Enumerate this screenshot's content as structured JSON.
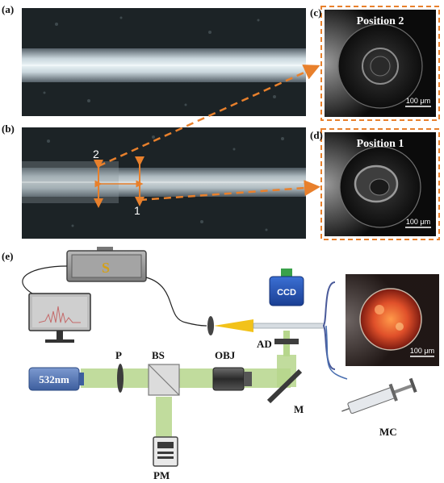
{
  "panels": {
    "a": "(a)",
    "b": "(b)",
    "c": "(c)",
    "d": "(d)",
    "e": "(e)"
  },
  "micrographs": {
    "c_title": "Position 2",
    "d_title": "Position 1",
    "scale_c": "100 μm",
    "scale_d": "100 μm",
    "scale_e": "100 μm"
  },
  "fiber_marks": {
    "mark_2": "2",
    "mark_1": "1"
  },
  "setup": {
    "spectrometer": "S",
    "laser": "532nm",
    "polarizer": "P",
    "beam_splitter": "BS",
    "objective": "OBJ",
    "camera": "CCD",
    "ad": "AD",
    "mirror": "M",
    "power_meter": "PM",
    "syringe": "MC"
  },
  "colors": {
    "accent_orange": "#e8802c",
    "beam_green": "#b6d68c",
    "laser_blue": "#4a6fb0",
    "ccd_blue": "#2455b8",
    "cone_yellow": "#f2c21a",
    "green_cap": "#3aa14a"
  }
}
